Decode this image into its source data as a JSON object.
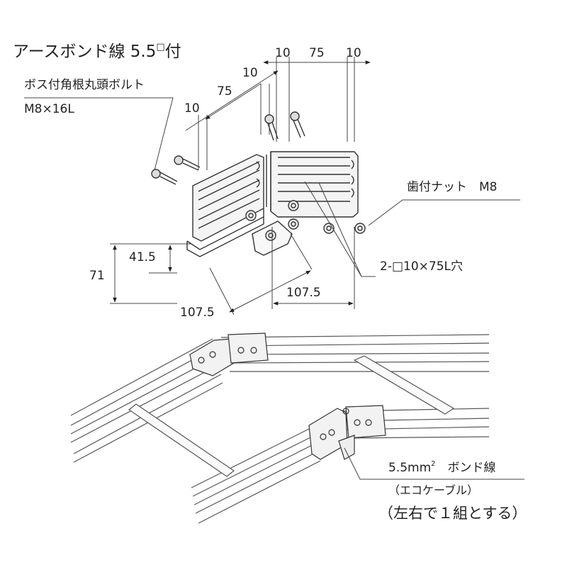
{
  "labels": {
    "title_main": "アースボンド線 5.5",
    "title_box": "□",
    "title_suffix": "付",
    "bolt_name": "ボス付角根丸頭ボルト",
    "bolt_size": "M8×16L",
    "nut": "歯付ナット　M8",
    "holes": "2-□10×75L穴",
    "bond_prefix": "5.5mm",
    "bond_sup": "2",
    "bond_suffix": "　ボンド線",
    "cable": "（エコケーブル）",
    "pair": "（左右で１組とする）"
  },
  "dimensions": {
    "top_left_10": "10",
    "top_75": "75",
    "top_right_10": "10",
    "mid_10": "10",
    "mid_75": "75",
    "low_10": "10",
    "h_41_5": "41.5",
    "h_71": "71",
    "w_107_5_right": "107.5",
    "w_107_5_left": "107.5"
  }
}
